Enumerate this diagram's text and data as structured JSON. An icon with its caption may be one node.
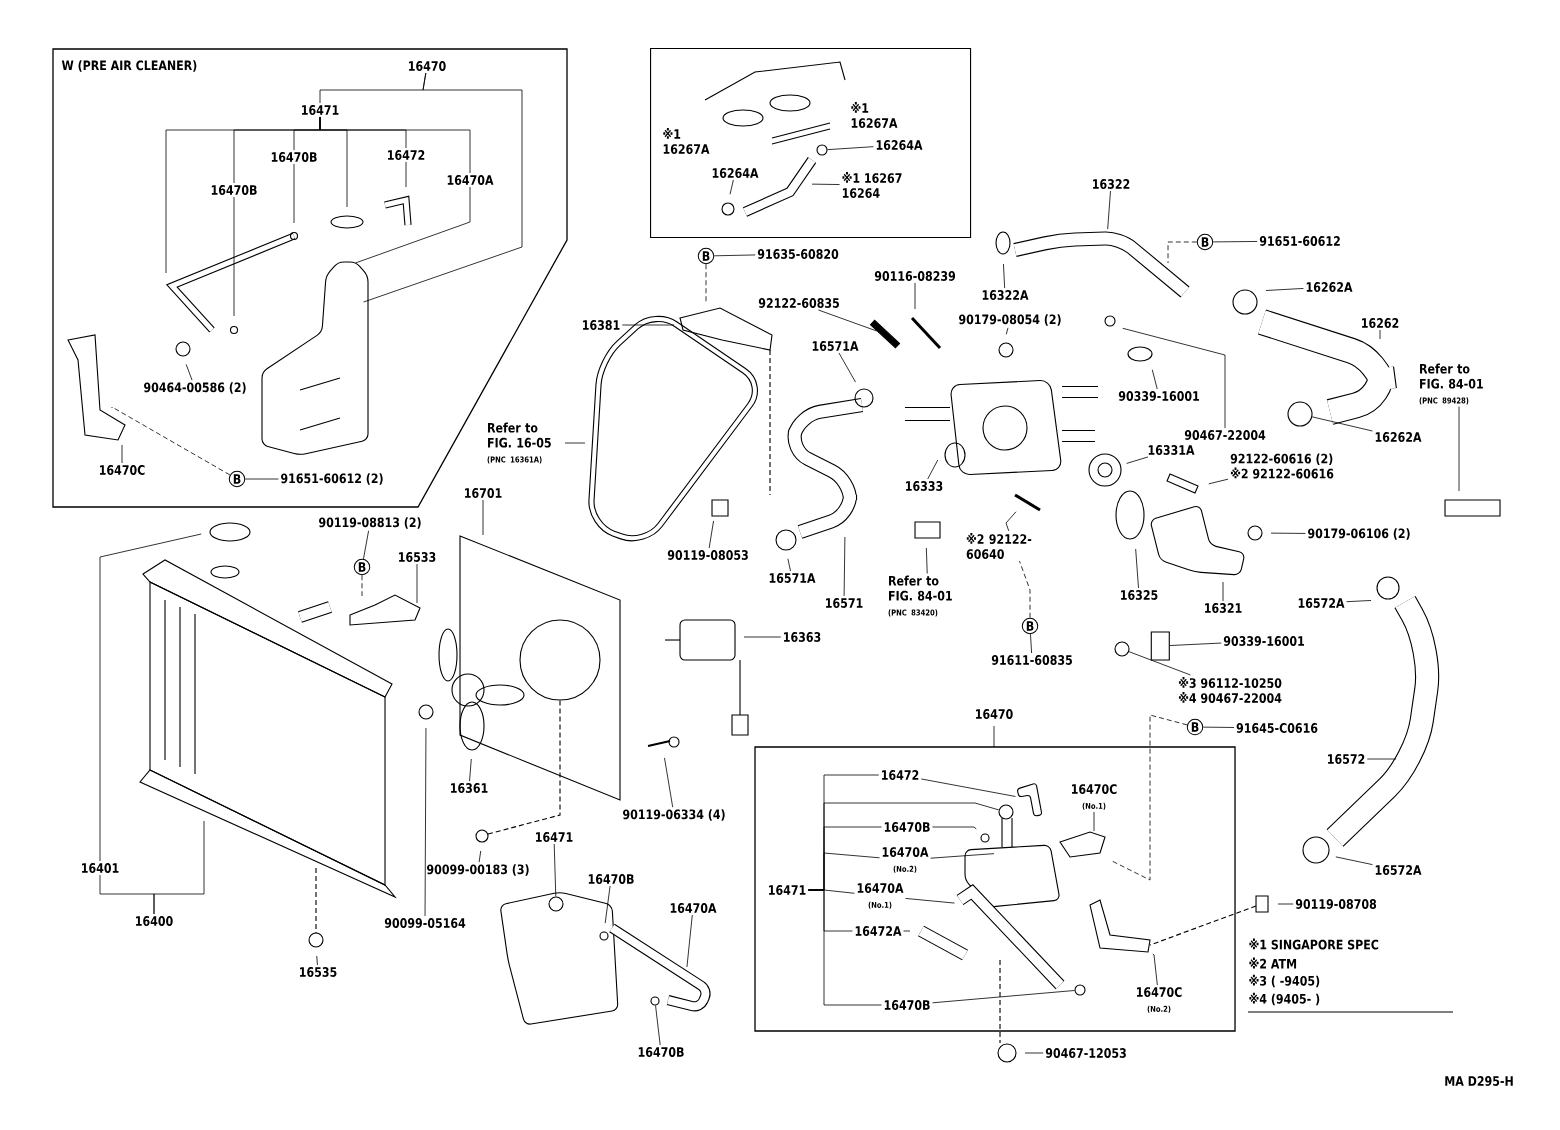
{
  "diagram": {
    "nodes": [
      {
        "text": [
          "W (PRE AIR CLEANER)"
        ]
      },
      {
        "text": [
          "16470"
        ],
        "in": 0
      },
      {
        "text": [
          "16471"
        ],
        "in": 0
      },
      {
        "text": [
          "16470B"
        ],
        "in": 0
      },
      {
        "text": [
          "16470B"
        ],
        "in": 0
      },
      {
        "text": [
          "16472"
        ],
        "in": 0
      },
      {
        "text": [
          "16470A"
        ],
        "in": 0
      },
      {
        "text": [
          "90464-00586 (2)"
        ],
        "in": 0
      },
      {
        "text": [
          "16470C"
        ],
        "in": 0
      },
      {
        "text": [
          "B"
        ],
        "in": 0
      },
      {
        "text": [
          "91651-60612 (2)"
        ],
        "in": 0
      },
      {
        "text": [],
        "shape": "box"
      },
      {
        "text": [
          "※1 16267A"
        ],
        "in": 11
      },
      {
        "text": [
          "※1 16267A"
        ],
        "in": 11
      },
      {
        "text": [
          "16264A"
        ],
        "in": 11
      },
      {
        "text": [
          "16264A"
        ],
        "in": 11
      },
      {
        "text": [
          "※1 16267",
          "16264"
        ],
        "in": 11
      },
      {
        "text": [
          "B"
        ]
      },
      {
        "text": [
          "91635-60820"
        ]
      },
      {
        "text": [
          "16381"
        ]
      },
      {
        "text": [
          "Refer to FIG. 16-05",
          "(PNC 16361A)"
        ]
      },
      {
        "text": [
          "92122-60835"
        ]
      },
      {
        "text": [
          "90116-08239"
        ]
      },
      {
        "text": [
          "16571A"
        ]
      },
      {
        "text": [
          "90179-08054 (2)"
        ]
      },
      {
        "text": [
          "16322"
        ]
      },
      {
        "text": [
          "16322A"
        ]
      },
      {
        "text": [
          "B"
        ]
      },
      {
        "text": [
          "91651-60612"
        ]
      },
      {
        "text": [
          "16262A"
        ]
      },
      {
        "text": [
          "16262"
        ]
      },
      {
        "text": [
          "90339-16001"
        ]
      },
      {
        "text": [
          "90467-22004"
        ]
      },
      {
        "text": [
          "16262A"
        ]
      },
      {
        "text": [
          "Refer to FIG. 84-01",
          "(PNC 89428)"
        ]
      },
      {
        "text": [
          "16331A"
        ]
      },
      {
        "text": [
          "92122-60616 (2)",
          "※2 92122-60616"
        ]
      },
      {
        "text": [
          "16333"
        ]
      },
      {
        "text": [
          "90119-08053"
        ]
      },
      {
        "text": [
          "16571A"
        ]
      },
      {
        "text": [
          "16571"
        ]
      },
      {
        "text": [
          "Refer to FIG. 84-01",
          "(PNC 83420)"
        ]
      },
      {
        "text": [
          "※2 92122-60640"
        ]
      },
      {
        "text": [
          "B"
        ]
      },
      {
        "text": [
          "91611-60835"
        ]
      },
      {
        "text": [
          "16325"
        ]
      },
      {
        "text": [
          "16321"
        ]
      },
      {
        "text": [
          "90179-06106 (2)"
        ]
      },
      {
        "text": [
          "16572A"
        ]
      },
      {
        "text": [
          "90339-16001"
        ]
      },
      {
        "text": [
          "※3 96112-10250",
          "※4 90467-22004"
        ]
      },
      {
        "text": [
          "B"
        ]
      },
      {
        "text": [
          "91645-C0616"
        ]
      },
      {
        "text": [
          "16572"
        ]
      },
      {
        "text": [
          "16572A"
        ]
      },
      {
        "text": [
          "90119-08708"
        ]
      },
      {
        "text": [
          "16701"
        ]
      },
      {
        "text": [
          "90119-08813 (2)"
        ]
      },
      {
        "text": [
          "B"
        ]
      },
      {
        "text": [
          "16533"
        ]
      },
      {
        "text": [
          "16363"
        ]
      },
      {
        "text": [
          "16401"
        ]
      },
      {
        "text": [
          "16400"
        ]
      },
      {
        "text": [
          "16535"
        ]
      },
      {
        "text": [
          "16361"
        ]
      },
      {
        "text": [
          "90119-06334 (4)"
        ]
      },
      {
        "text": [
          "90099-00183 (3)"
        ]
      },
      {
        "text": [
          "90099-05164"
        ]
      },
      {
        "text": [
          "16471"
        ]
      },
      {
        "text": [
          "16470B"
        ]
      },
      {
        "text": [
          "16470A"
        ]
      },
      {
        "text": [
          "16470B"
        ]
      },
      {
        "text": [
          "16470"
        ]
      },
      {
        "text": [
          "16472"
        ],
        "in": 72
      },
      {
        "text": [
          "16470B"
        ],
        "in": 72
      },
      {
        "text": [
          "16470A",
          "(No.2)"
        ],
        "in": 72
      },
      {
        "text": [
          "16471"
        ],
        "in": 72
      },
      {
        "text": [
          "16470A",
          "(No.1)"
        ],
        "in": 72
      },
      {
        "text": [
          "16472A"
        ],
        "in": 72
      },
      {
        "text": [
          "16470B"
        ],
        "in": 72
      },
      {
        "text": [
          "16470C",
          "(No.1)"
        ],
        "in": 72
      },
      {
        "text": [
          "16470C",
          "(No.2)"
        ],
        "in": 72
      },
      {
        "text": [
          "90467-12053"
        ]
      },
      {
        "text": [],
        "shape": "circle",
        "in": 11
      },
      {
        "text": [],
        "shape": "circle"
      },
      {
        "text": [],
        "shape": "cylinder"
      },
      {
        "text": [],
        "shape": "bar"
      },
      {
        "text": [],
        "shape": "circle"
      },
      {
        "text": [],
        "shape": "picture",
        "in": 72
      },
      {
        "text": [],
        "shape": "picture",
        "in": 72
      },
      {
        "text": [],
        "shape": "circle"
      },
      {
        "text": [],
        "shape": "circle",
        "in": 72
      },
      {
        "text": [],
        "shape": "circle"
      },
      {
        "text": [],
        "shape": "circle",
        "in": 72
      }
    ],
    "edges": [
      {
        "from": 1,
        "to": 2,
        "arrow": "none"
      },
      {
        "from": 1,
        "to": null,
        "arrow": "none"
      },
      {
        "from": 2,
        "to": null,
        "arrow": "none"
      },
      {
        "from": 2,
        "to": 4,
        "arrow": "none"
      },
      {
        "from": 4,
        "to": null,
        "arrow": "none"
      },
      {
        "from": 2,
        "to": 3,
        "arrow": "none"
      },
      {
        "from": 3,
        "to": null,
        "arrow": "none"
      },
      {
        "from": 2,
        "to": null,
        "arrow": "none"
      },
      {
        "from": 2,
        "to": 5,
        "arrow": "none"
      },
      {
        "from": 5,
        "to": null,
        "arrow": "none"
      },
      {
        "from": 2,
        "to": 6,
        "arrow": "none"
      },
      {
        "from": 6,
        "to": null,
        "arrow": "none"
      },
      {
        "from": 7,
        "to": null,
        "arrow": "none"
      },
      {
        "from": 8,
        "to": null,
        "arrow": "none"
      },
      {
        "from": 10,
        "to": 9,
        "arrow": "none"
      },
      {
        "from": 9,
        "to": null,
        "arrow": "none",
        "style": "dashed"
      },
      {
        "from": 14,
        "to": 83,
        "arrow": "none"
      },
      {
        "from": 15,
        "to": null,
        "arrow": "none"
      },
      {
        "from": 16,
        "to": null,
        "arrow": "none"
      },
      {
        "from": 18,
        "to": 17,
        "arrow": "none"
      },
      {
        "from": 17,
        "to": null,
        "arrow": "none",
        "style": "dashed"
      },
      {
        "from": 19,
        "to": null,
        "arrow": "none"
      },
      {
        "from": 20,
        "to": null,
        "arrow": "none"
      },
      {
        "from": 21,
        "to": 86,
        "arrow": "none"
      },
      {
        "from": 22,
        "to": null,
        "arrow": "none"
      },
      {
        "from": 23,
        "to": null,
        "arrow": "none"
      },
      {
        "from": 24,
        "to": null,
        "arrow": "none"
      },
      {
        "from": 25,
        "to": null,
        "arrow": "none"
      },
      {
        "from": 26,
        "to": null,
        "arrow": "none"
      },
      {
        "from": 28,
        "to": 27,
        "arrow": "none"
      },
      {
        "from": 27,
        "to": null,
        "arrow": "none",
        "style": "dashed"
      },
      {
        "from": 29,
        "to": null,
        "arrow": "none"
      },
      {
        "from": 30,
        "to": null,
        "arrow": "none"
      },
      {
        "from": 31,
        "to": null,
        "arrow": "none"
      },
      {
        "from": 32,
        "to": null,
        "arrow": "none"
      },
      {
        "from": 33,
        "to": 84,
        "arrow": "none"
      },
      {
        "from": 34,
        "to": null,
        "arrow": "none"
      },
      {
        "from": 35,
        "to": null,
        "arrow": "none"
      },
      {
        "from": 36,
        "to": null,
        "arrow": "none"
      },
      {
        "from": 37,
        "to": null,
        "arrow": "none"
      },
      {
        "from": 38,
        "to": null,
        "arrow": "none"
      },
      {
        "from": 39,
        "to": null,
        "arrow": "none"
      },
      {
        "from": 40,
        "to": null,
        "arrow": "none"
      },
      {
        "from": 41,
        "to": null,
        "arrow": "none"
      },
      {
        "from": 42,
        "to": null,
        "arrow": "none"
      },
      {
        "from": 44,
        "to": 43,
        "arrow": "none"
      },
      {
        "from": 43,
        "to": 42,
        "arrow": "none",
        "style": "dashed"
      },
      {
        "from": 45,
        "to": null,
        "arrow": "none"
      },
      {
        "from": 46,
        "to": null,
        "arrow": "none"
      },
      {
        "from": 47,
        "to": null,
        "arrow": "none"
      },
      {
        "from": 48,
        "to": null,
        "arrow": "none"
      },
      {
        "from": 49,
        "to": 85,
        "arrow": "none"
      },
      {
        "from": 50,
        "to": 92,
        "arrow": "none"
      },
      {
        "from": 52,
        "to": 51,
        "arrow": "none"
      },
      {
        "from": 51,
        "to": null,
        "arrow": "none",
        "style": "dashed"
      },
      {
        "from": 53,
        "to": null,
        "arrow": "none"
      },
      {
        "from": 54,
        "to": null,
        "arrow": "none"
      },
      {
        "from": 55,
        "to": null,
        "arrow": "none"
      },
      {
        "from": 56,
        "to": null,
        "arrow": "none"
      },
      {
        "from": 57,
        "to": 58,
        "arrow": "none"
      },
      {
        "from": 58,
        "to": null,
        "arrow": "none",
        "style": "dashed"
      },
      {
        "from": 59,
        "to": null,
        "arrow": "none"
      },
      {
        "from": 60,
        "to": null,
        "arrow": "none"
      },
      {
        "from": 62,
        "to": 61,
        "arrow": "none"
      },
      {
        "from": 61,
        "to": null,
        "arrow": "none"
      },
      {
        "from": 62,
        "to": null,
        "arrow": "none"
      },
      {
        "from": 63,
        "to": null,
        "arrow": "none"
      },
      {
        "from": 64,
        "to": null,
        "arrow": "none"
      },
      {
        "from": 65,
        "to": null,
        "arrow": "none"
      },
      {
        "from": 66,
        "to": null,
        "arrow": "none"
      },
      {
        "from": 67,
        "to": null,
        "arrow": "none"
      },
      {
        "from": 68,
        "to": 87,
        "arrow": "none"
      },
      {
        "from": 69,
        "to": null,
        "arrow": "none"
      },
      {
        "from": 70,
        "to": null,
        "arrow": "none"
      },
      {
        "from": 71,
        "to": 90,
        "arrow": "none"
      },
      {
        "from": 76,
        "to": 73,
        "arrow": "none"
      },
      {
        "from": 73,
        "to": 88,
        "arrow": "none"
      },
      {
        "from": 76,
        "to": 91,
        "arrow": "none"
      },
      {
        "from": 76,
        "to": 74,
        "arrow": "none"
      },
      {
        "from": 74,
        "to": null,
        "arrow": "none"
      },
      {
        "from": 76,
        "to": 75,
        "arrow": "none"
      },
      {
        "from": 75,
        "to": null,
        "arrow": "none"
      },
      {
        "from": 76,
        "to": 77,
        "arrow": "none"
      },
      {
        "from": 77,
        "to": 89,
        "arrow": "none"
      },
      {
        "from": 76,
        "to": 78,
        "arrow": "none"
      },
      {
        "from": 78,
        "to": null,
        "arrow": "none"
      },
      {
        "from": 76,
        "to": 79,
        "arrow": "none"
      },
      {
        "from": 79,
        "to": 93,
        "arrow": "none"
      },
      {
        "from": 80,
        "to": null,
        "arrow": "none"
      },
      {
        "from": 81,
        "to": null,
        "arrow": "none"
      },
      {
        "from": 82,
        "to": null,
        "arrow": "none"
      }
    ],
    "labels": [
      "※1 SINGAPORE SPEC",
      "※2 ATM",
      "※3 ( -9405)",
      "※4 (9405- )",
      "MA D295-H"
    ]
  }
}
